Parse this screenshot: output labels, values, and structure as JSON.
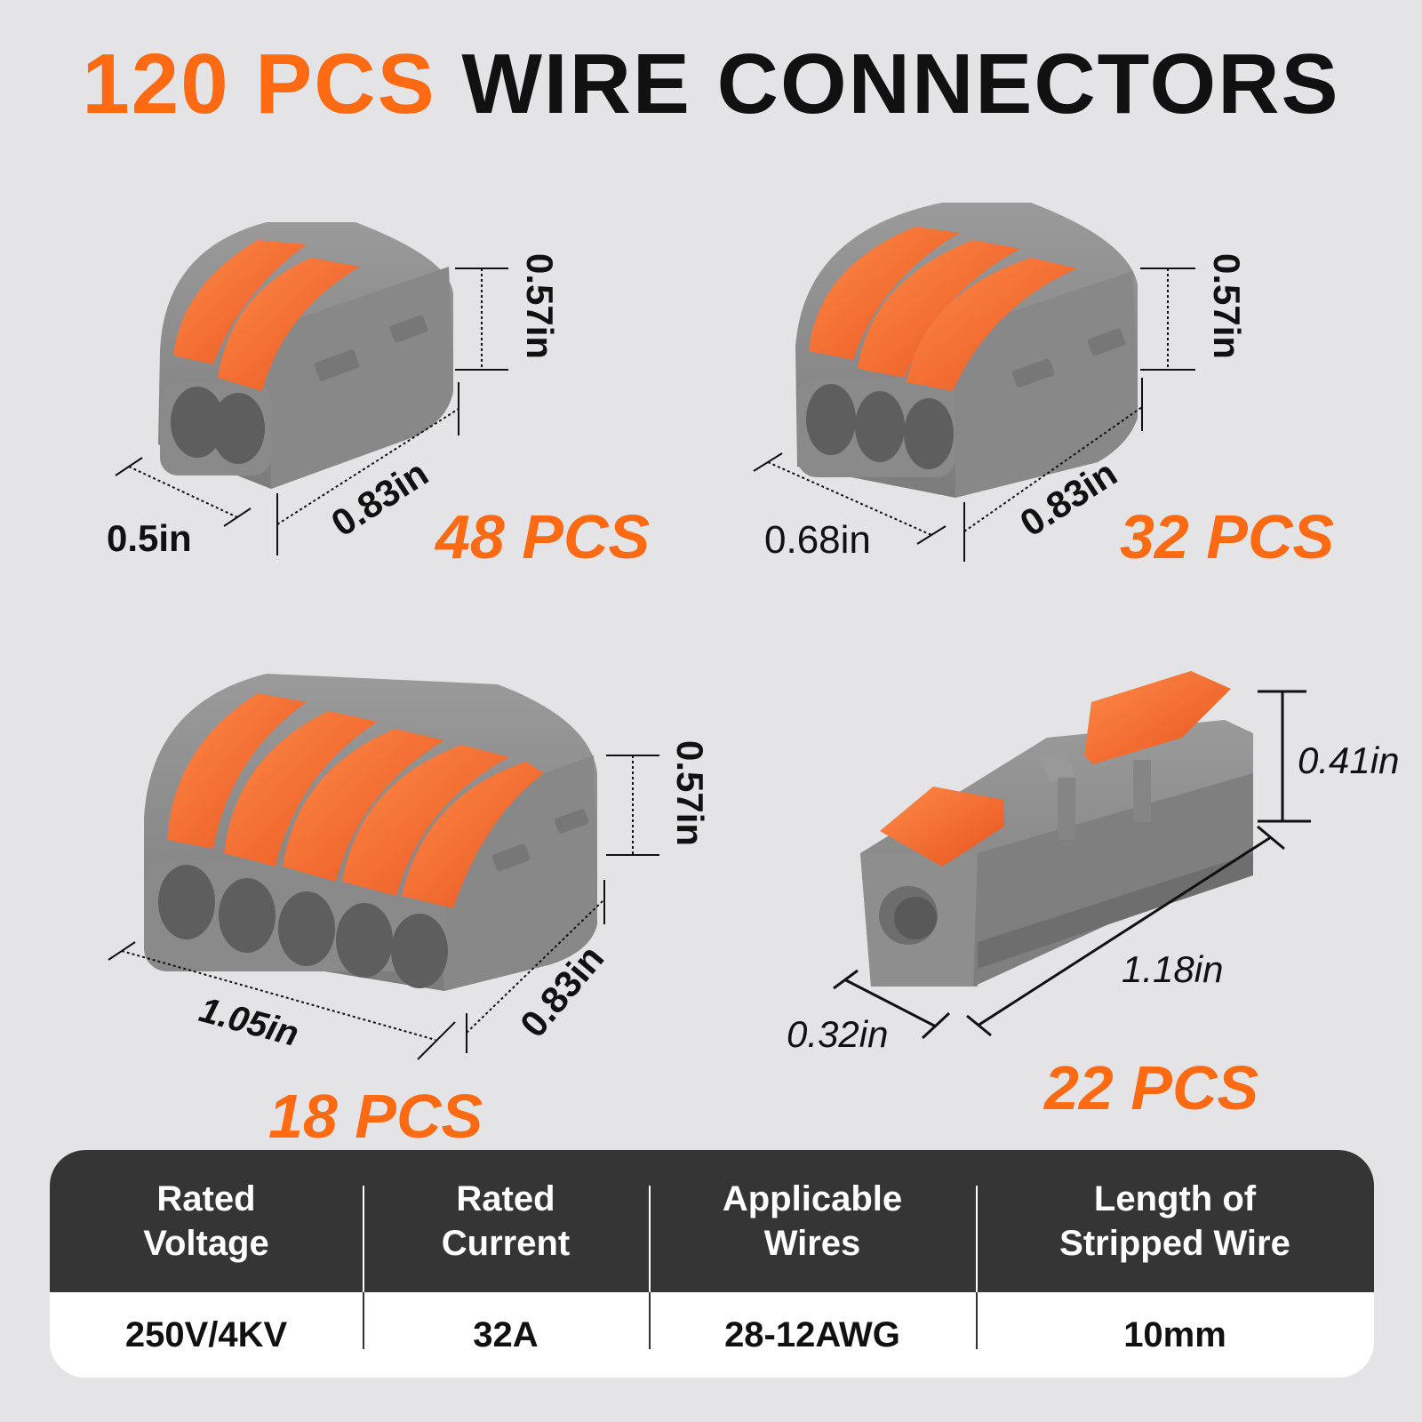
{
  "title": {
    "highlight": "120 PCS",
    "rest": "WIRE CONNECTORS"
  },
  "colors": {
    "accent": "#ff6a13",
    "body_gray": "#8c8c8c",
    "table_dark": "#353535"
  },
  "connectors": [
    {
      "name": "2-lever",
      "pcs": "48 PCS",
      "height": "0.57in",
      "width": "0.5in",
      "depth": "0.83in",
      "lever_count": 2
    },
    {
      "name": "3-lever",
      "pcs": "32 PCS",
      "height": "0.57in",
      "width": "0.68in",
      "depth": "0.83in",
      "lever_count": 3
    },
    {
      "name": "5-lever",
      "pcs": "18 PCS",
      "height": "0.57in",
      "width": "1.05in",
      "depth": "0.83in",
      "lever_count": 5
    },
    {
      "name": "inline",
      "pcs": "22 PCS",
      "height": "0.41in",
      "width": "0.32in",
      "depth": "1.18in",
      "lever_count": 2
    }
  ],
  "specs": {
    "headers": [
      "Rated\nVoltage",
      "Rated\nCurrent",
      "Applicable\nWires",
      "Length of\nStripped Wire"
    ],
    "values": [
      "250V/4KV",
      "32A",
      "28-12AWG",
      "10mm"
    ]
  }
}
